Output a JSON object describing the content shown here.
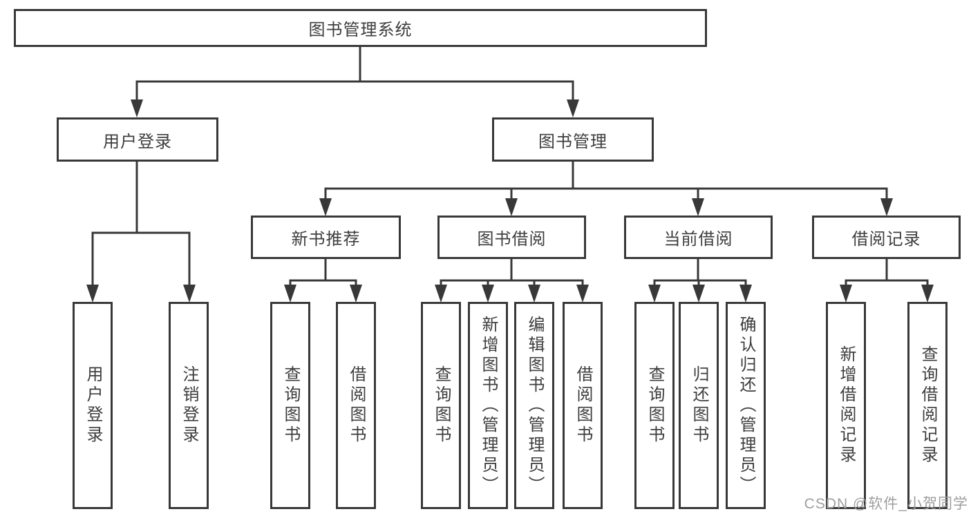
{
  "colors": {
    "line": "#383838",
    "box_border": "#383838",
    "text": "#3d3d3d",
    "background": "#ffffff",
    "watermark_text_color": "#9e9e9e"
  },
  "tree": {
    "root": "图书管理系统",
    "branches": [
      {
        "label": "用户登录",
        "children": [
          "用户登录",
          "注销登录"
        ]
      },
      {
        "label": "图书管理",
        "sections": [
          {
            "label": "新书推荐",
            "children": [
              "查询图书",
              "借阅图书"
            ]
          },
          {
            "label": "图书借阅",
            "children": [
              "查询图书",
              "新增图书（管理员）",
              "编辑图书（管理员）",
              "借阅图书"
            ]
          },
          {
            "label": "当前借阅",
            "children": [
              "查询图书",
              "归还图书",
              "确认归还（管理员）"
            ]
          },
          {
            "label": "借阅记录",
            "children": [
              "新增借阅记录",
              "查询借阅记录"
            ]
          }
        ]
      }
    ]
  },
  "watermark": "CSDN @软件_小贺同学"
}
